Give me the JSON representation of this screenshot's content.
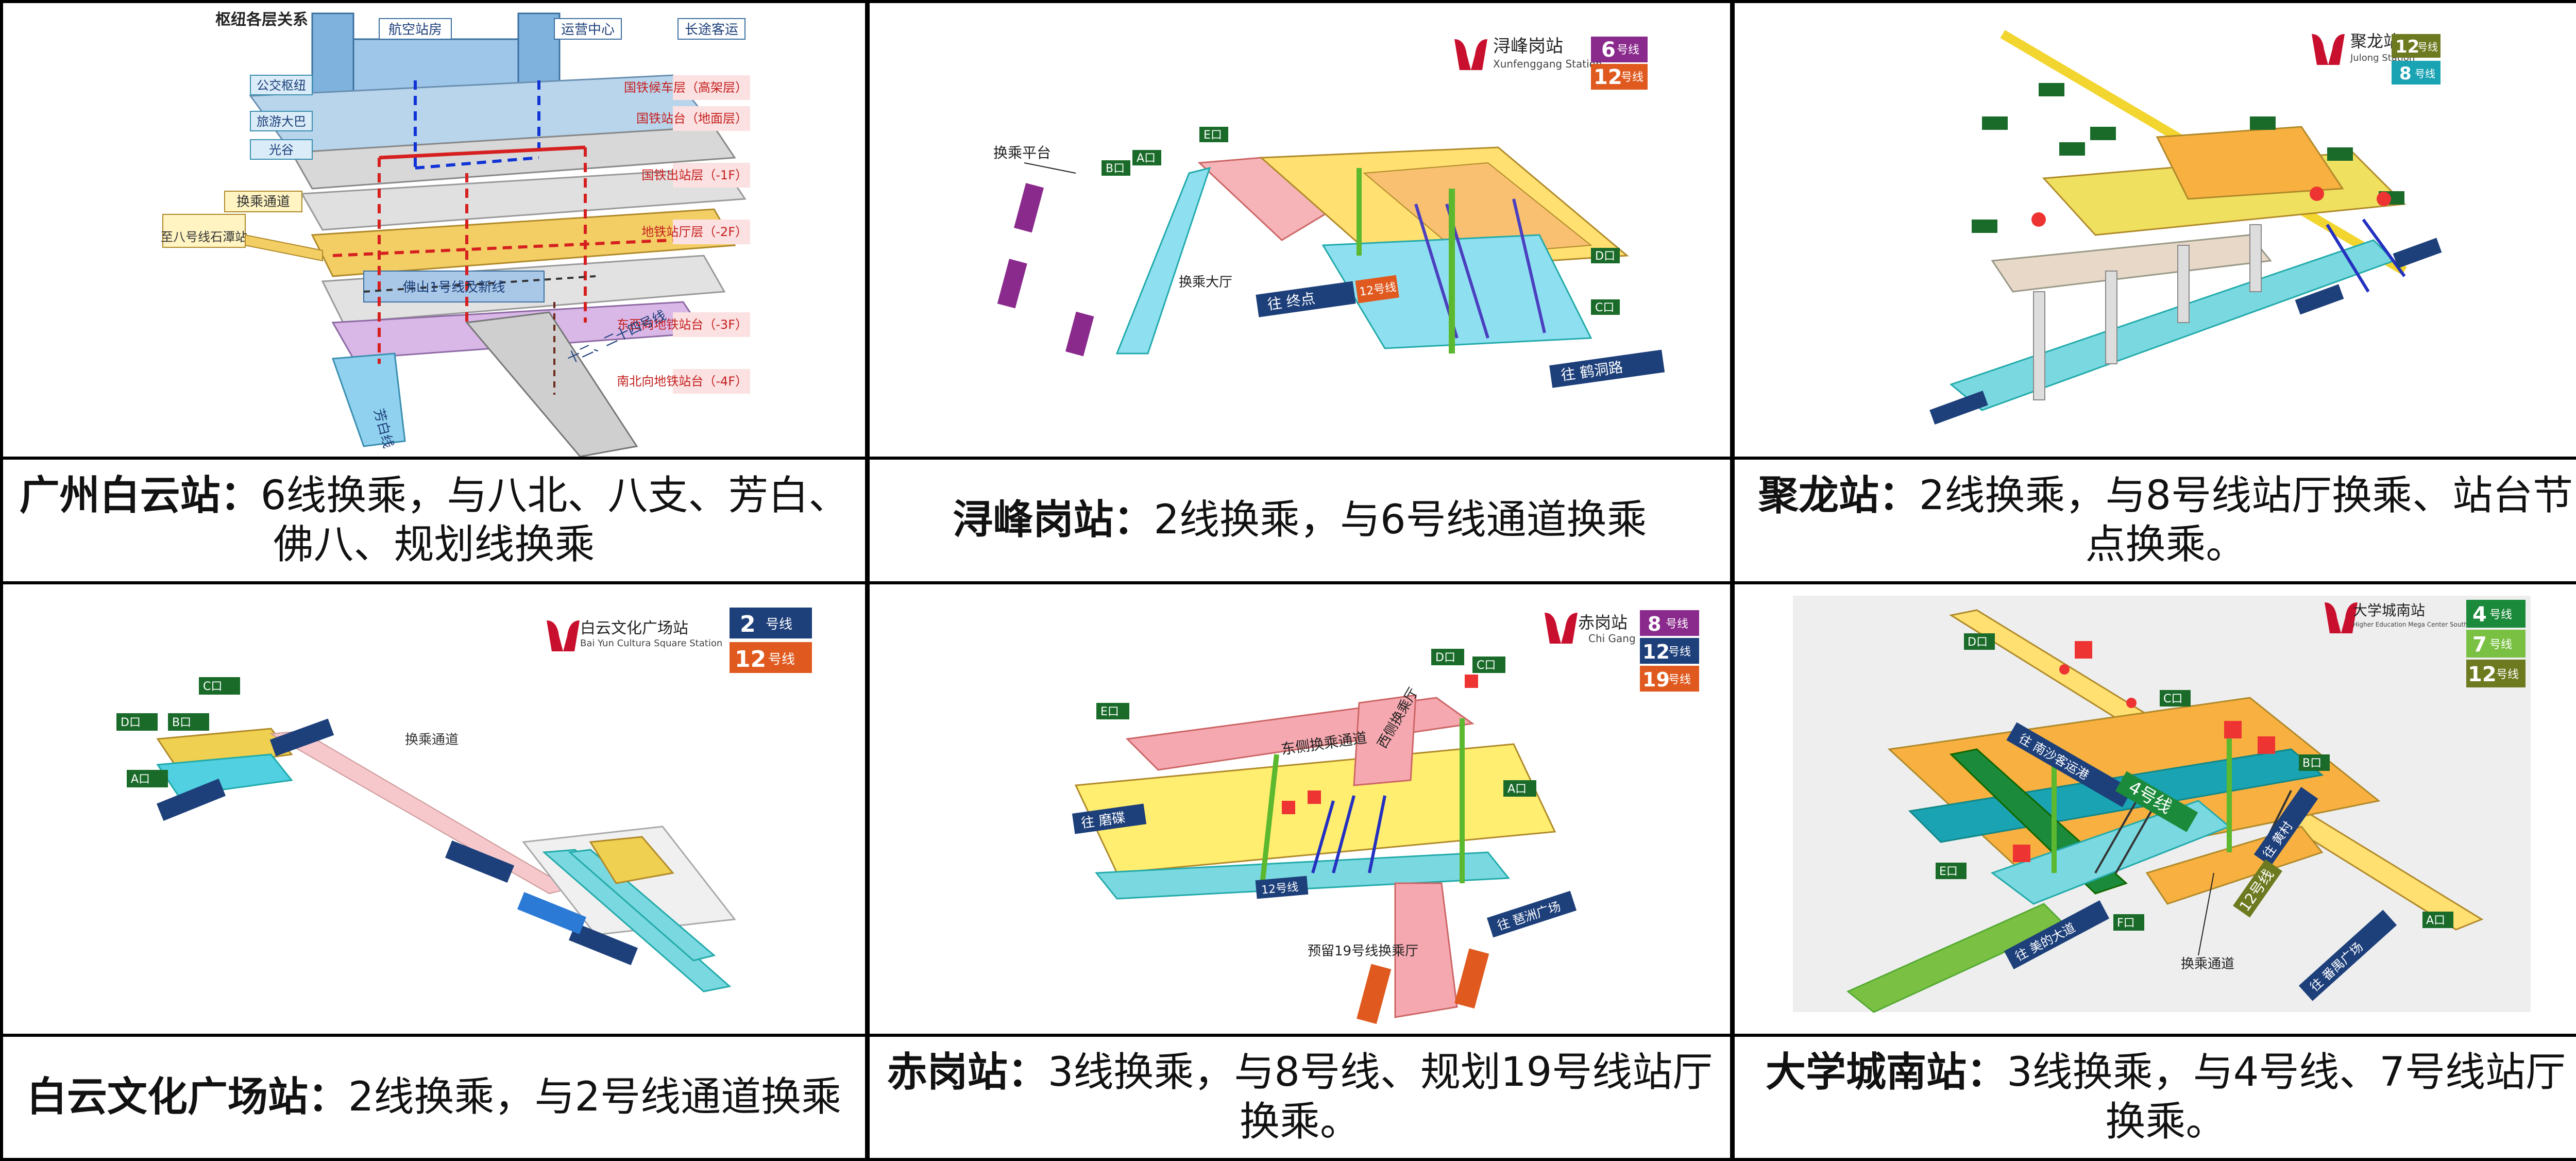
{
  "cells": [
    {
      "caption_name": "广州白云站",
      "caption_sep": "：",
      "caption_desc": "6线换乘，与八北、八支、芳白、佛八、规划线换乘",
      "diagram": {
        "title": "枢纽各层关系",
        "top_labels": [
          "航空站房",
          "运营中心",
          "长途客运"
        ],
        "left_labels": [
          "公交枢纽",
          "旅游大巴",
          "光谷"
        ],
        "right_labels": [
          "国铁候车层（高架层）",
          "国铁站台（地面层）",
          "国铁出站层（-1F）",
          "地铁站厅层（-2F）",
          "东西向地铁站台（-3F）",
          "南北向地铁站台（-4F）"
        ],
        "transfer_passage": "换乘通道",
        "to_line8": "至八号线石潭站",
        "line_labels": [
          "佛山1号线及新线",
          "十二、二十四号线",
          "芳白线"
        ]
      }
    },
    {
      "caption_name": "浔峰岗站",
      "caption_sep": "：",
      "caption_desc": "2线换乘，与6号线通道换乘",
      "diagram": {
        "station_cn": "浔峰岗站",
        "station_en": "Xunfenggang Station",
        "line_badges": [
          {
            "num": "6",
            "text": "号线",
            "color": "#8a2a8c"
          },
          {
            "num": "12",
            "text": "号线",
            "color": "#e05a1f"
          }
        ],
        "labels": [
          "换乘平台",
          "换乘大厅"
        ],
        "exits": [
          "B口",
          "A口",
          "E口",
          "D口",
          "C口"
        ],
        "directions": [
          "往 终点",
          "往 鹤洞路",
          "12号线"
        ]
      }
    },
    {
      "caption_name": "聚龙站",
      "caption_sep": "：",
      "caption_desc": "2线换乘，与8号线站厅换乘、站台节点换乘。",
      "diagram": {
        "station_cn": "聚龙站",
        "station_en": "Julong Station",
        "line_badges": [
          {
            "num": "12",
            "text": "号线",
            "color": "#6e7a1f"
          },
          {
            "num": "8",
            "text": "号线",
            "color": "#1aa3b3"
          }
        ]
      }
    },
    {
      "caption_name": "白云文化广场站",
      "caption_sep": "：",
      "caption_desc": "2线换乘，与2号线通道换乘",
      "diagram": {
        "station_cn": "白云文化广场站",
        "station_en": "Bai Yun Cultura Square Station",
        "line_badges": [
          {
            "num": "2",
            "text": "号线",
            "color": "#1d4e9e"
          },
          {
            "num": "12",
            "text": "号线",
            "color": "#e05a1f"
          }
        ],
        "labels": [
          "换乘通道"
        ],
        "exits": [
          "C口",
          "B口",
          "D口",
          "A口"
        ]
      }
    },
    {
      "caption_name": "赤岗站",
      "caption_sep": "：",
      "caption_desc": "3线换乘，与8号线、规划19号线站厅换乘。",
      "diagram": {
        "station_cn": "赤岗站",
        "station_en": "Chi Gang",
        "line_badges": [
          {
            "num": "8",
            "text": "号线",
            "color": "#8a2a8c"
          },
          {
            "num": "12",
            "text": "号线",
            "color": "#1d4e9e"
          },
          {
            "num": "19",
            "text": "号线",
            "color": "#e05a1f"
          }
        ],
        "labels": [
          "东侧换乘通道",
          "西侧换乘厅",
          "预留19号线换乘厅"
        ],
        "directions": [
          "往 磨碟",
          "往 琶洲广场",
          "12号线"
        ],
        "exits": [
          "D口",
          "C口",
          "A口",
          "E口"
        ]
      }
    },
    {
      "caption_name": "大学城南站",
      "caption_sep": "：",
      "caption_desc": "3线换乘，与4号线、7号线站厅换乘。",
      "diagram": {
        "station_cn": "大学城南站",
        "station_en": "Higher Education Mega Center South Station",
        "line_badges": [
          {
            "num": "4",
            "text": "号线",
            "color": "#1b8a3a"
          },
          {
            "num": "7",
            "text": "号线",
            "color": "#7ac143"
          },
          {
            "num": "12",
            "text": "号线",
            "color": "#6e7a1f"
          }
        ],
        "labels": [
          "换乘通道"
        ],
        "directions": [
          "往 南沙客运港",
          "往 黄村",
          "往 美的大道",
          "往 番禺广场",
          "4号线",
          "12号线"
        ],
        "exits": [
          "D口",
          "C口",
          "B口",
          "E口",
          "F口",
          "A口"
        ]
      }
    }
  ]
}
